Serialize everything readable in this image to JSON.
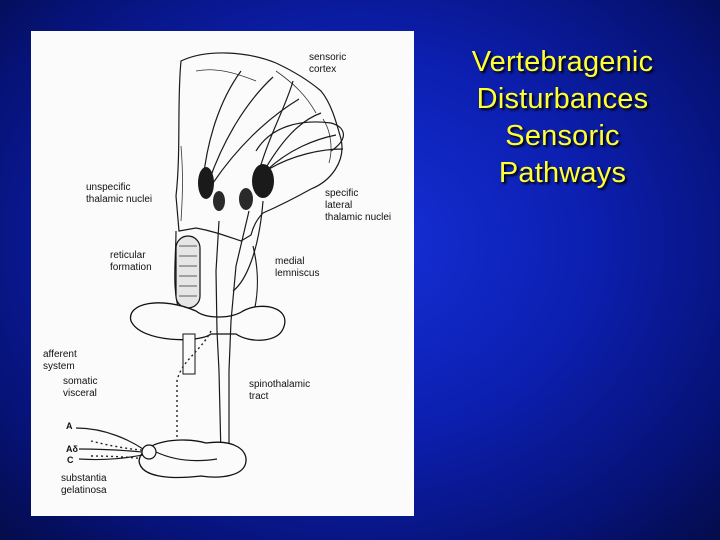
{
  "slide": {
    "title_lines": [
      "Vertebragenic",
      "Disturbances",
      "Sensoric",
      "Pathways"
    ],
    "background_color": "#0c1fb0",
    "title_color": "#ffff33"
  },
  "diagram": {
    "labels": {
      "sensoric_cortex": [
        "sensoric",
        "cortex"
      ],
      "unspecific_thalamic_nuclei": [
        "unspecific",
        "thalamic nuclei"
      ],
      "specific_lateral_thalamic_nuclei": [
        "specific",
        "lateral",
        "thalamic nuclei"
      ],
      "reticular_formation": [
        "reticular",
        "formation"
      ],
      "medial_lemniscus": [
        "medial",
        "lemniscus"
      ],
      "afferent_system": [
        "afferent",
        "system"
      ],
      "somatic_visceral": [
        "somatic",
        "visceral"
      ],
      "spinothalamic_tract": [
        "spinothalamic",
        "tract"
      ],
      "fiber_a": "A",
      "fiber_ad": "Aδ",
      "fiber_c": "C",
      "substantia_gelatinosa": [
        "substantia",
        "gelatinosa"
      ]
    }
  }
}
